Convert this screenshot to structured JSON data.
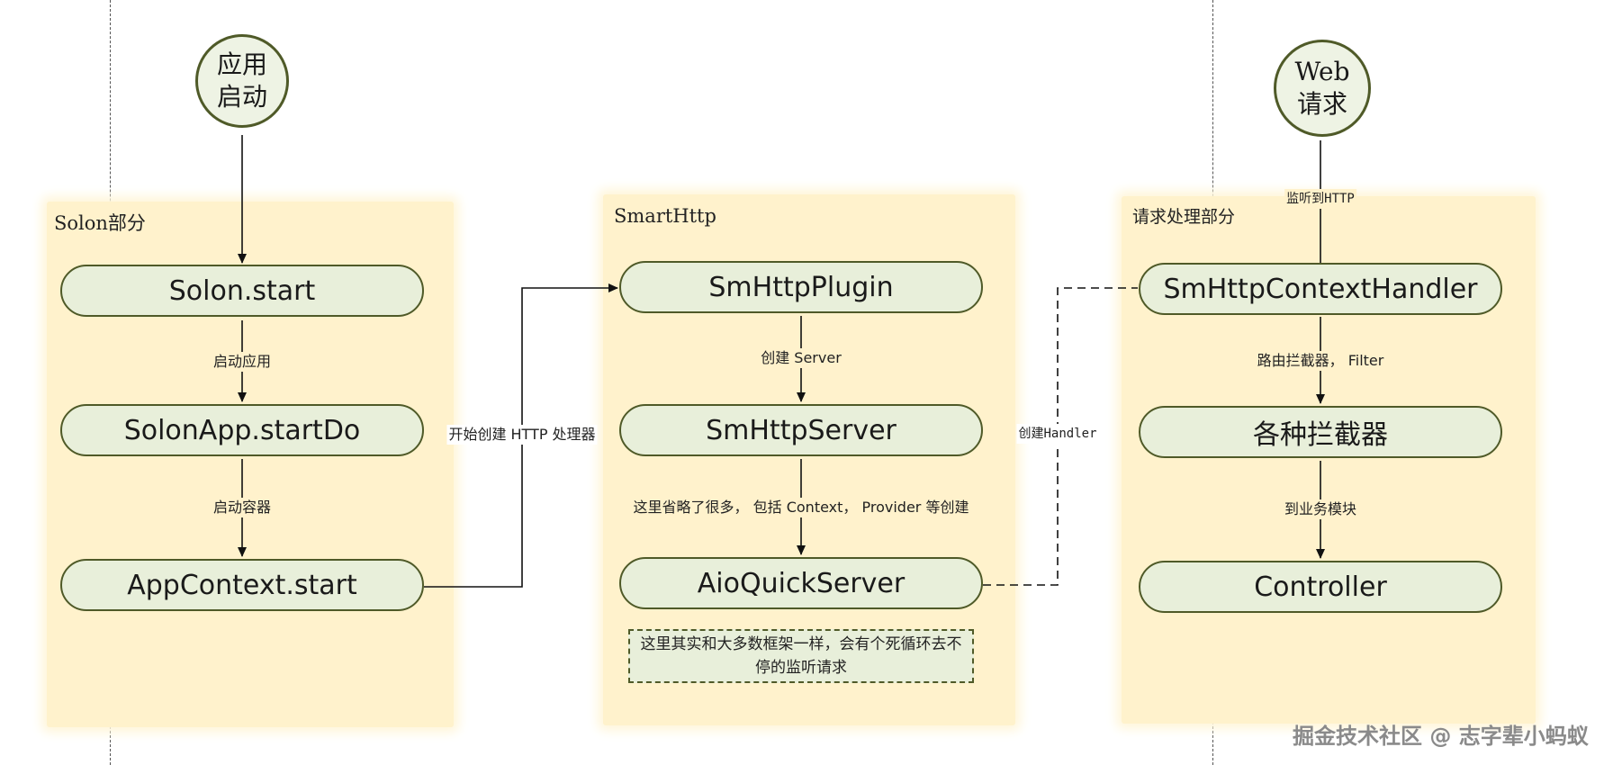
{
  "start_nodes": {
    "app_start": "应用启动",
    "web_request": "Web请求"
  },
  "panels": {
    "solon": "Solon部分",
    "smarthttp": "SmartHttp",
    "request": "请求处理部分"
  },
  "nodes": {
    "solon_start": "Solon.start",
    "solonapp_startdo": "SolonApp.startDo",
    "appcontext_start": "AppContext.start",
    "smhttp_plugin": "SmHttpPlugin",
    "smhttp_server": "SmHttpServer",
    "aio_quick_server": "AioQuickServer",
    "context_handler": "SmHttpContextHandler",
    "interceptors": "各种拦截器",
    "controller": "Controller"
  },
  "edge_labels": {
    "start_app": "启动应用",
    "start_container": "启动容器",
    "create_http_handler": "开始创建 HTTP 处理器",
    "create_server": "创建 Server",
    "omitted": "这里省略了很多， 包括 Context， Provider 等创建",
    "create_handler": "创建Handler",
    "listen_http": "监听到HTTP",
    "route_filter": "路由拦截器， Filter",
    "to_business": "到业务模块"
  },
  "note": "这里其实和大多数框架一样，会有个死循环去不停的监听请求",
  "watermark": "掘金技术社区 @ 志字辈小蚂蚁",
  "colors": {
    "node_fill": "#e8efda",
    "node_border": "#4f5a28",
    "panel_fill": "#fff2cc"
  }
}
